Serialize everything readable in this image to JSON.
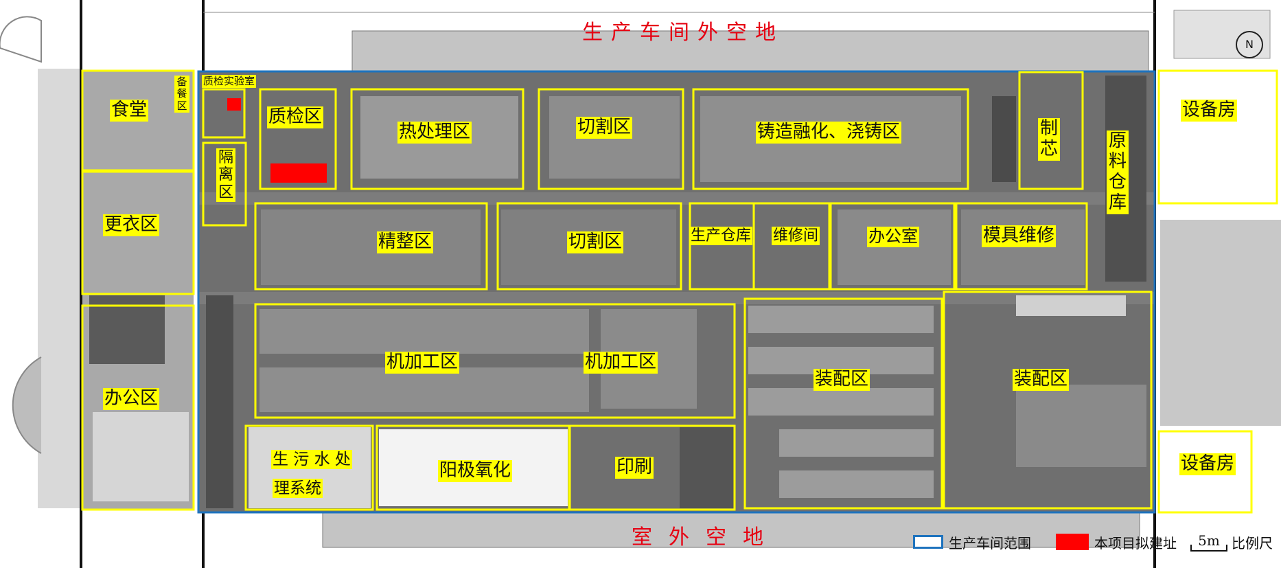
{
  "colors": {
    "scope_outline": "#1e73be",
    "zone_outline": "#ffff00",
    "label_bg": "#ffff00",
    "site_marker": "#ff0000",
    "header_text": "#e60012",
    "floor": "#6e6e6e",
    "outer_ground": "#c8c8c8"
  },
  "headers": {
    "top": "生产车间外空地",
    "bottom": "室外空地"
  },
  "zones": {
    "canteen": "食堂",
    "catering": "备餐区",
    "changing": "更衣区",
    "office_left": "办公区",
    "qc_lab": "质检实验室",
    "isolation": "隔离区",
    "qc_area": "质检区",
    "heat_treatment": "热处理区",
    "cutting_1": "切割区",
    "casting": "铸造融化、浇铸区",
    "core_making": "制芯",
    "raw_material": "原料仓库",
    "equipment_room_1": "设备房",
    "finishing": "精整区",
    "cutting_2": "切割区",
    "production_store": "生产仓库",
    "repair_room": "维修间",
    "office_inner": "办公室",
    "mold_repair": "模具维修",
    "machining_1": "机加工区",
    "machining_2": "机加工区",
    "assembly_1": "装配区",
    "assembly_2": "装配区",
    "wastewater_1": "生 污 水 处",
    "wastewater_2": "理系统",
    "anodizing": "阳极氧化",
    "printing": "印刷",
    "equipment_room_2": "设备房"
  },
  "legend": {
    "scope": "生产车间范围",
    "site": "本项目拟建址",
    "scale_value": "5m",
    "scale_label": "比例尺"
  }
}
